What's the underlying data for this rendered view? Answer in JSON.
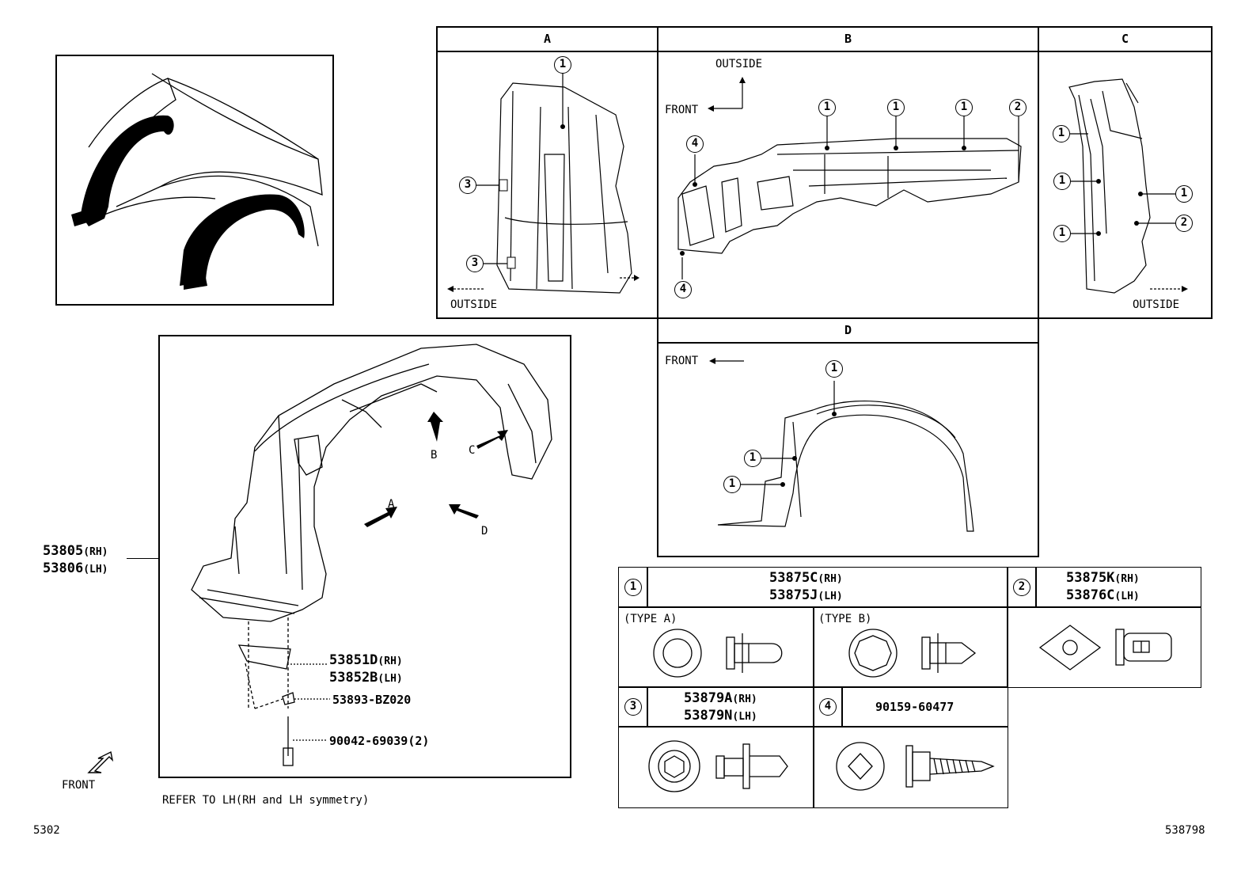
{
  "sections": {
    "a": "A",
    "b": "B",
    "c": "C",
    "d": "D"
  },
  "labels": {
    "outside": "OUTSIDE",
    "front": "FRONT",
    "refer_note": "REFER TO LH(RH and LH symmetry)",
    "page_left": "5302",
    "page_right": "538798",
    "type_a": "(TYPE A)",
    "type_b": "(TYPE B)",
    "arrow_a": "A",
    "arrow_b": "B",
    "arrow_c": "C",
    "arrow_d": "D"
  },
  "callouts": {
    "one": "1",
    "two": "2",
    "three": "3",
    "four": "4"
  },
  "parts": {
    "liner_rh": "53805",
    "liner_lh": "53806",
    "seal_rh": "53851D",
    "seal_lh": "53852B",
    "clip_nut": "53893-BZ020",
    "bolt": "90042-69039(2)",
    "rh": "(RH)",
    "lh": "(LH)"
  },
  "legend": {
    "p1_rh": "53875C",
    "p1_lh": "53875J",
    "p2_rh": "53875K",
    "p2_lh": "53876C",
    "p3_rh": "53879A",
    "p3_lh": "53879N",
    "p4": "90159-60477"
  }
}
